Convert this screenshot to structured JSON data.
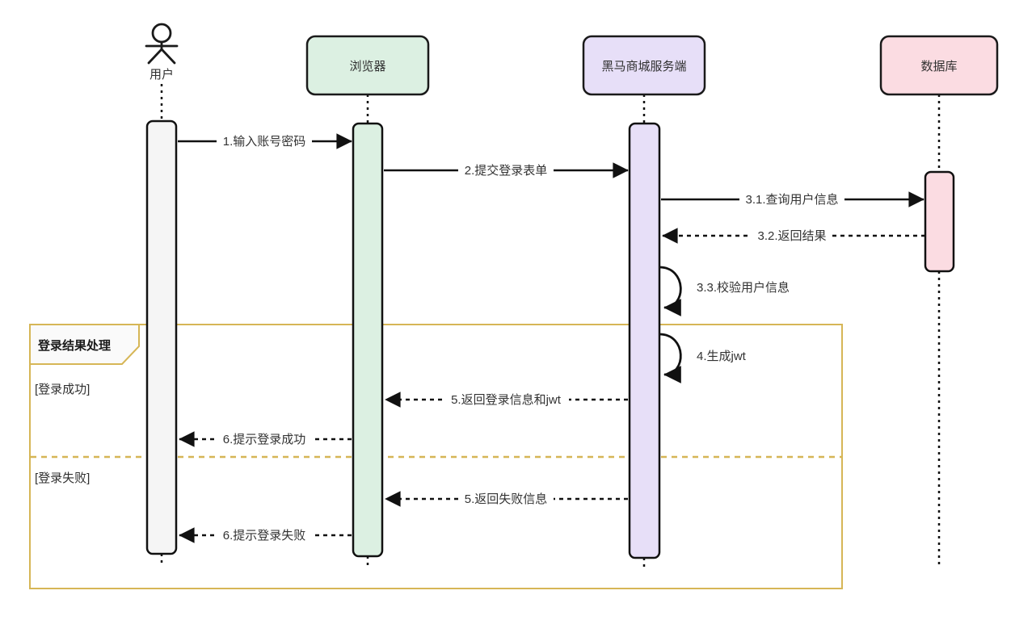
{
  "diagram_type": "uml-sequence",
  "participants": [
    {
      "label": "用户",
      "type": "actor",
      "fill": "#f5f5f5"
    },
    {
      "label": "浏览器",
      "type": "object",
      "fill": "#dcf0e2"
    },
    {
      "label": "黑马商城服务端",
      "type": "object",
      "fill": "#e7dff8"
    },
    {
      "label": "数据库",
      "type": "object",
      "fill": "#fbdce2"
    }
  ],
  "messages": [
    {
      "label": "1.输入账号密码",
      "from": "用户",
      "to": "浏览器",
      "style": "solid"
    },
    {
      "label": "2.提交登录表单",
      "from": "浏览器",
      "to": "黑马商城服务端",
      "style": "solid"
    },
    {
      "label": "3.1.查询用户信息",
      "from": "黑马商城服务端",
      "to": "数据库",
      "style": "solid"
    },
    {
      "label": "3.2.返回结果",
      "from": "数据库",
      "to": "黑马商城服务端",
      "style": "dashed"
    },
    {
      "label": "3.3.校验用户信息",
      "from": "黑马商城服务端",
      "to": "黑马商城服务端",
      "style": "self"
    },
    {
      "label": "4.生成jwt",
      "from": "黑马商城服务端",
      "to": "黑马商城服务端",
      "style": "self"
    },
    {
      "label": "5.返回登录信息和jwt",
      "from": "黑马商城服务端",
      "to": "浏览器",
      "style": "dashed"
    },
    {
      "label": "6.提示登录成功",
      "from": "浏览器",
      "to": "用户",
      "style": "dashed"
    },
    {
      "label": "5.返回失败信息",
      "from": "黑马商城服务端",
      "to": "浏览器",
      "style": "dashed"
    },
    {
      "label": "6.提示登录失败",
      "from": "浏览器",
      "to": "用户",
      "style": "dashed"
    }
  ],
  "frame": {
    "label": "登录结果处理",
    "success_guard": "[登录成功]",
    "failure_guard": "[登录失败]",
    "border_color": "#d6b656",
    "success_color": "#4a9e5c",
    "failure_color": "#d66a66"
  }
}
